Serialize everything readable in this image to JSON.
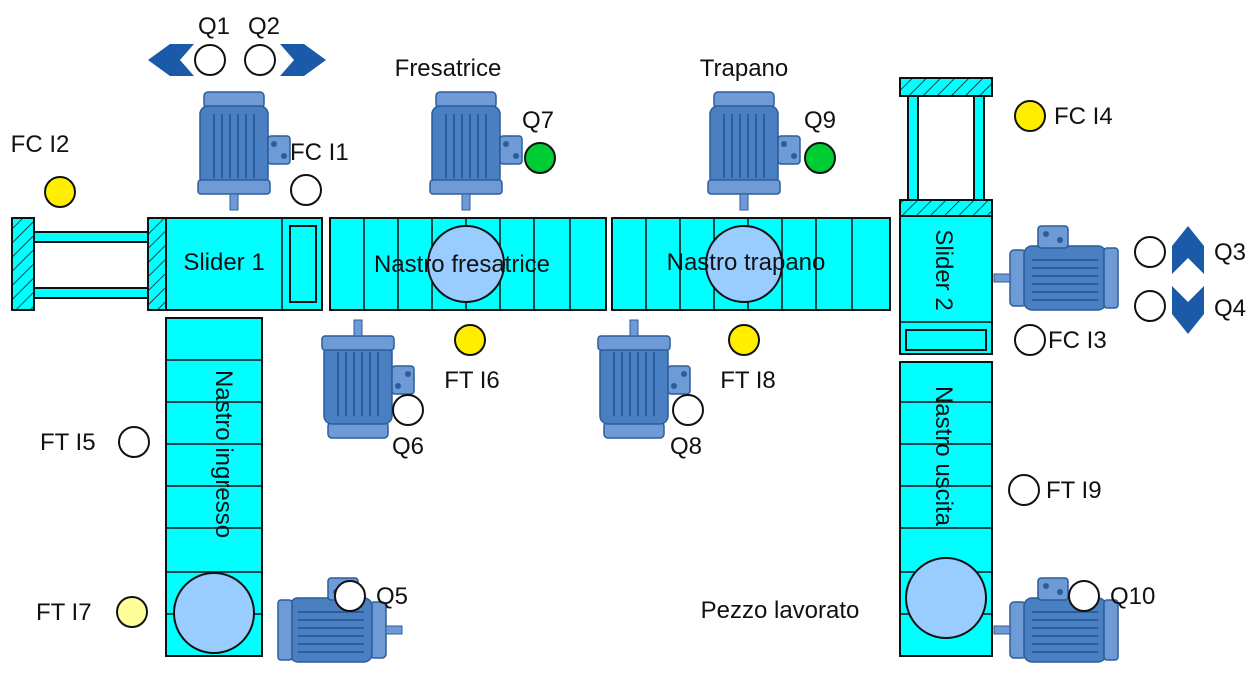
{
  "colors": {
    "conveyor": "#00ffff",
    "roller": "#99ccff",
    "lamp_on_green": "#00cc33",
    "lamp_on_yellow": "#ffee00",
    "lamp_dim_yellow": "#ffff99",
    "lamp_off": "#ffffff",
    "arrow": "#1a5aa8",
    "motor": "#4a7fc1"
  },
  "machines": {
    "fresatrice": "Fresatrice",
    "trapano": "Trapano"
  },
  "components": {
    "slider1": "Slider 1",
    "slider2": "Slider 2",
    "nastro_fresatrice": "Nastro fresatrice",
    "nastro_trapano": "Nastro trapano",
    "nastro_ingresso": "Nastro ingresso",
    "nastro_uscita": "Nastro uscita",
    "pezzo_lavorato": "Pezzo lavorato"
  },
  "outputs": [
    {
      "id": "q1",
      "label": "Q1",
      "state": "off",
      "icon": "arrow-left-icon"
    },
    {
      "id": "q2",
      "label": "Q2",
      "state": "off",
      "icon": "arrow-right-icon"
    },
    {
      "id": "q3",
      "label": "Q3",
      "state": "off",
      "icon": "arrow-up-icon"
    },
    {
      "id": "q4",
      "label": "Q4",
      "state": "off",
      "icon": "arrow-down-icon"
    },
    {
      "id": "q5",
      "label": "Q5",
      "state": "off"
    },
    {
      "id": "q6",
      "label": "Q6",
      "state": "off"
    },
    {
      "id": "q7",
      "label": "Q7",
      "state": "on"
    },
    {
      "id": "q8",
      "label": "Q8",
      "state": "off"
    },
    {
      "id": "q9",
      "label": "Q9",
      "state": "on"
    },
    {
      "id": "q10",
      "label": "Q10",
      "state": "off"
    }
  ],
  "sensors": [
    {
      "id": "fci1",
      "label": "FC I1",
      "state": "off"
    },
    {
      "id": "fci2",
      "label": "FC I2",
      "state": "on"
    },
    {
      "id": "fci3",
      "label": "FC I3",
      "state": "off"
    },
    {
      "id": "fci4",
      "label": "FC I4",
      "state": "on"
    },
    {
      "id": "fti5",
      "label": "FT I5",
      "state": "off"
    },
    {
      "id": "fti6",
      "label": "FT I6",
      "state": "on"
    },
    {
      "id": "fti7",
      "label": "FT I7",
      "state": "dim"
    },
    {
      "id": "fti8",
      "label": "FT I8",
      "state": "on"
    },
    {
      "id": "fti9",
      "label": "FT I9",
      "state": "off"
    }
  ]
}
